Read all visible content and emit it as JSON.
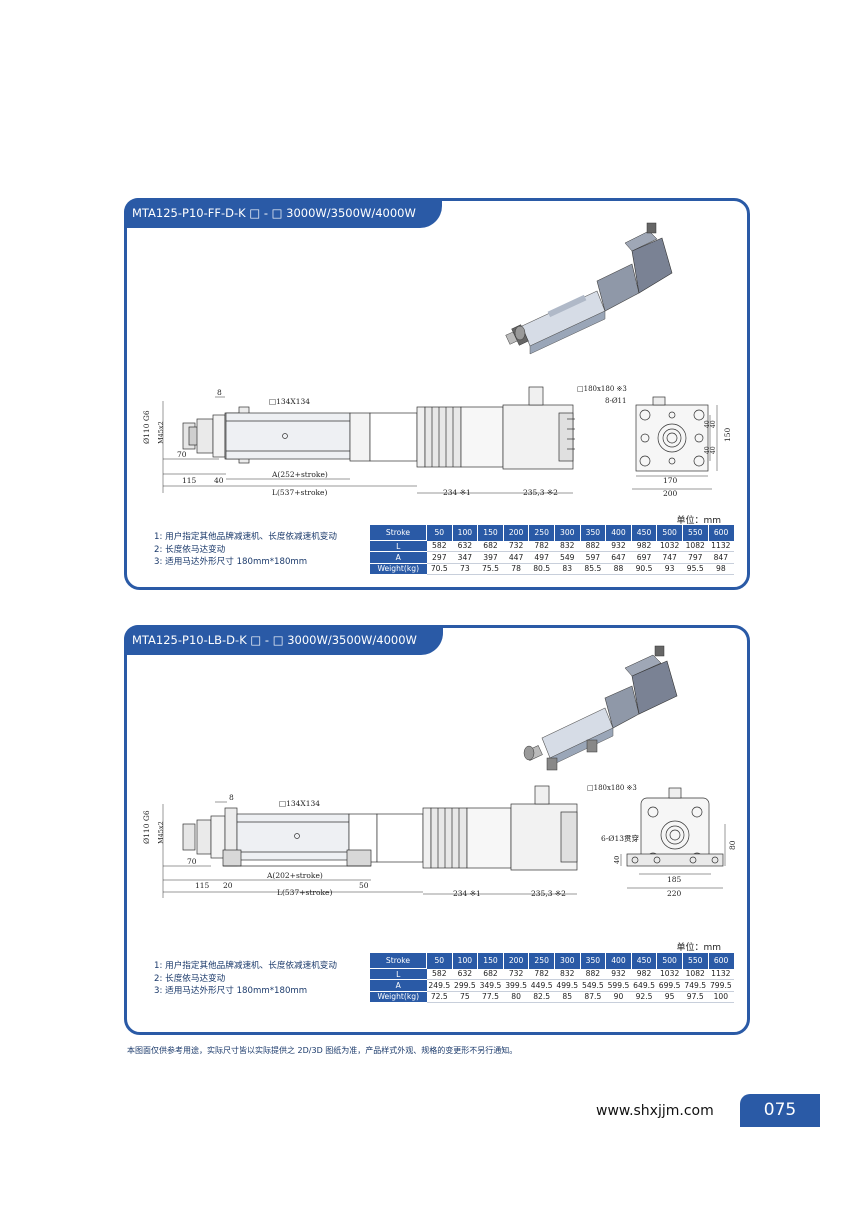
{
  "panel1": {
    "title": "MTA125-P10-FF-D-K □ - □ 3000W/3500W/4000W",
    "dims": {
      "flange_square": "□134X134",
      "motor_square": "□180x180 ※3",
      "holes": "8-Ø11",
      "rod_dia": "Ø110 G6",
      "thread": "M45x2",
      "d70": "70",
      "d115": "115",
      "d40": "40",
      "d8": "8",
      "dA": "A(252+stroke)",
      "dL": "L(537+stroke)",
      "d234": "234 ※1",
      "d235": "235,3 ※2",
      "d170": "170",
      "d200": "200",
      "d150": "150",
      "d40a": "40",
      "d40b": "40",
      "d40c": "40",
      "d40d": "40"
    },
    "notes": [
      "1: 用户指定其他品牌减速机、长度依减速机变动",
      "2: 长度依马达变动",
      "3: 适用马达外形尺寸 180mm*180mm"
    ],
    "unit": "单位：mm",
    "table": {
      "headers": [
        "Stroke",
        "50",
        "100",
        "150",
        "200",
        "250",
        "300",
        "350",
        "400",
        "450",
        "500",
        "550",
        "600"
      ],
      "rows": [
        {
          "label": "L",
          "values": [
            "582",
            "632",
            "682",
            "732",
            "782",
            "832",
            "882",
            "932",
            "982",
            "1032",
            "1082",
            "1132"
          ]
        },
        {
          "label": "A",
          "values": [
            "297",
            "347",
            "397",
            "447",
            "497",
            "549",
            "597",
            "647",
            "697",
            "747",
            "797",
            "847"
          ]
        },
        {
          "label": "Weight(kg)",
          "values": [
            "70.5",
            "73",
            "75.5",
            "78",
            "80.5",
            "83",
            "85.5",
            "88",
            "90.5",
            "93",
            "95.5",
            "98"
          ]
        }
      ]
    }
  },
  "panel2": {
    "title": "MTA125-P10-LB-D-K □ - □ 3000W/3500W/4000W",
    "dims": {
      "flange_square": "□134X134",
      "motor_square": "□180x180 ※3",
      "holes": "6-Ø13贯穿",
      "rod_dia": "Ø110 G6",
      "thread": "M45x2",
      "d70": "70",
      "d115": "115",
      "d20": "20",
      "d8": "8",
      "d50": "50",
      "dA": "A(202+stroke)",
      "dL": "L(537+stroke)",
      "d234": "234 ※1",
      "d235": "235,3 ※2",
      "d185": "185",
      "d220": "220",
      "d80": "80",
      "d40": "40"
    },
    "notes": [
      "1: 用户指定其他品牌减速机、长度依减速机变动",
      "2: 长度依马达变动",
      "3: 适用马达外形尺寸 180mm*180mm"
    ],
    "unit": "单位：mm",
    "table": {
      "headers": [
        "Stroke",
        "50",
        "100",
        "150",
        "200",
        "250",
        "300",
        "350",
        "400",
        "450",
        "500",
        "550",
        "600"
      ],
      "rows": [
        {
          "label": "L",
          "values": [
            "582",
            "632",
            "682",
            "732",
            "782",
            "832",
            "882",
            "932",
            "982",
            "1032",
            "1082",
            "1132"
          ]
        },
        {
          "label": "A",
          "values": [
            "249.5",
            "299.5",
            "349.5",
            "399.5",
            "449.5",
            "499.5",
            "549.5",
            "599.5",
            "649.5",
            "699.5",
            "749.5",
            "799.5"
          ]
        },
        {
          "label": "Weight(kg)",
          "values": [
            "72.5",
            "75",
            "77.5",
            "80",
            "82.5",
            "85",
            "87.5",
            "90",
            "92.5",
            "95",
            "97.5",
            "100"
          ]
        }
      ]
    }
  },
  "footer": {
    "disclaimer": "本图面仅供参考用途，实际尺寸皆以实际提供之 2D/3D 图纸为准，产品样式外观、规格的变更形不另行通知。",
    "website": "www.shxjjm.com",
    "page_number": "075"
  }
}
